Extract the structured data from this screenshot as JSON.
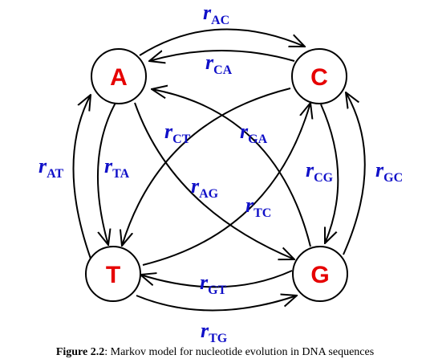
{
  "nodes": [
    {
      "id": "A",
      "label": "A"
    },
    {
      "id": "C",
      "label": "C"
    },
    {
      "id": "T",
      "label": "T"
    },
    {
      "id": "G",
      "label": "G"
    }
  ],
  "rates": {
    "AC": {
      "r": "r",
      "sub": "AC"
    },
    "CA": {
      "r": "r",
      "sub": "CA"
    },
    "CT": {
      "r": "r",
      "sub": "CT"
    },
    "GA": {
      "r": "r",
      "sub": "GA"
    },
    "AT": {
      "r": "r",
      "sub": "AT"
    },
    "TA": {
      "r": "r",
      "sub": "TA"
    },
    "AG": {
      "r": "r",
      "sub": "AG"
    },
    "TC": {
      "r": "r",
      "sub": "TC"
    },
    "CG": {
      "r": "r",
      "sub": "CG"
    },
    "GC": {
      "r": "r",
      "sub": "GC"
    },
    "GT": {
      "r": "r",
      "sub": "GT"
    },
    "TG": {
      "r": "r",
      "sub": "TG"
    }
  },
  "caption": {
    "figure_label": "Figure 2.2",
    "text": ": Markov model for nucleotide evolution in DNA sequences"
  },
  "colors": {
    "node_label": "#e60000",
    "rate_label": "#1010c8",
    "lines": "#000000"
  }
}
